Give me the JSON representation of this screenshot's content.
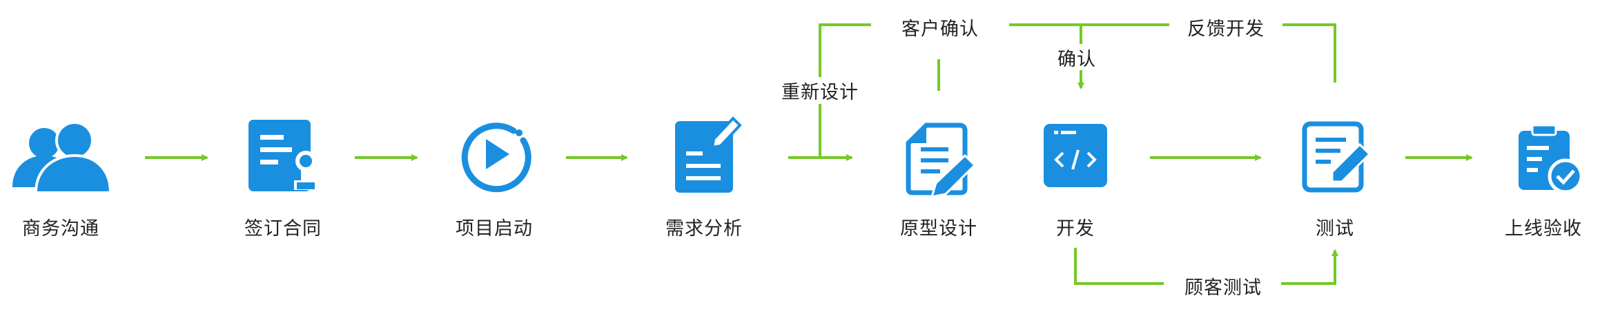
{
  "colors": {
    "icon_blue": "#1a8fe0",
    "arrow_green": "#74c925",
    "text": "#222222"
  },
  "steps": [
    {
      "label": "商务沟通",
      "icon": "people-icon"
    },
    {
      "label": "签订合同",
      "icon": "contract-icon"
    },
    {
      "label": "项目启动",
      "icon": "play-icon"
    },
    {
      "label": "需求分析",
      "icon": "notepad-icon"
    },
    {
      "label": "原型设计",
      "icon": "design-doc-icon"
    },
    {
      "label": "开发",
      "icon": "code-window-icon"
    },
    {
      "label": "测试",
      "icon": "test-edit-icon"
    },
    {
      "label": "上线验收",
      "icon": "clipboard-check-icon"
    }
  ],
  "loops": {
    "redesign": "重新设计",
    "client_confirm": "客户确认",
    "confirm": "确认",
    "feedback_dev": "反馈开发",
    "customer_test": "顾客测试"
  }
}
